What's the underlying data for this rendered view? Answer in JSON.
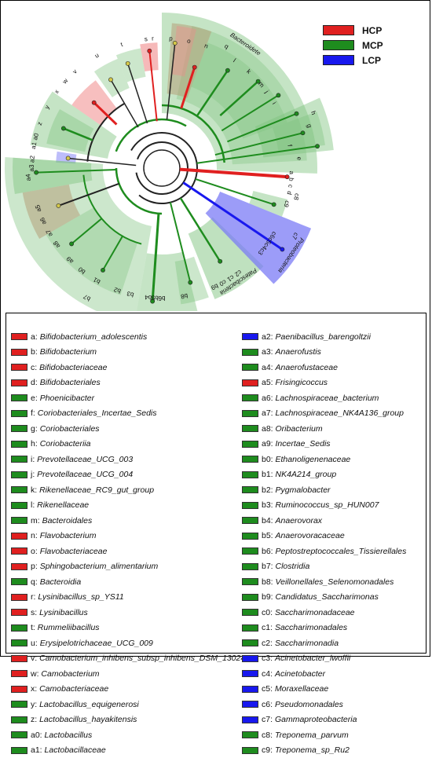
{
  "legend": [
    {
      "label": "HCP",
      "color": "#e02020"
    },
    {
      "label": "MCP",
      "color": "#1e8c1e"
    },
    {
      "label": "LCP",
      "color": "#1818ee"
    }
  ],
  "colors": {
    "hcp": "#e02020",
    "mcp": "#1e8c1e",
    "lcp": "#1818ee",
    "hcp_sector": "#f08a8a",
    "mcp_sector": "#7fc47f",
    "lcp_sector": "#7b7bf5",
    "mixed_sector": "#b5a07a"
  },
  "clade_labels": {
    "q": "Bacteroidete",
    "c7": "Proteobacteria",
    "b9": "Patescibacteria"
  },
  "node_labels": [
    "a",
    "b",
    "c",
    "d",
    "e",
    "f",
    "g",
    "h",
    "i",
    "j",
    "k",
    "l",
    "m",
    "n",
    "o",
    "p",
    "q",
    "r",
    "s",
    "t",
    "u",
    "v",
    "w",
    "x",
    "y",
    "z",
    "a0",
    "a1",
    "a2",
    "a3",
    "a4",
    "a5",
    "a6",
    "a7",
    "a8",
    "a9",
    "b0",
    "b1",
    "b2",
    "b3",
    "b4",
    "b5",
    "b6",
    "b7",
    "b8",
    "b9",
    "c0",
    "c1",
    "c2",
    "c3",
    "c4",
    "c5",
    "c6",
    "c7",
    "c8",
    "c9"
  ],
  "key_left": [
    {
      "code": "a:",
      "name": "Bifidobacterium_adolescentis",
      "group": "HCP"
    },
    {
      "code": "b:",
      "name": "Bifidobacterium",
      "group": "HCP"
    },
    {
      "code": "c:",
      "name": "Bifidobacteriaceae",
      "group": "HCP"
    },
    {
      "code": "d:",
      "name": "Bifidobacteriales",
      "group": "HCP"
    },
    {
      "code": "e:",
      "name": "Phoenicibacter",
      "group": "MCP"
    },
    {
      "code": "f:",
      "name": "Coriobacteriales_Incertae_Sedis",
      "group": "MCP"
    },
    {
      "code": "g:",
      "name": "Coriobacteriales",
      "group": "MCP"
    },
    {
      "code": "h:",
      "name": "Coriobacteriia",
      "group": "MCP"
    },
    {
      "code": "i:",
      "name": "Prevotellaceae_UCG_003",
      "group": "MCP"
    },
    {
      "code": "j:",
      "name": "Prevotellaceae_UCG_004",
      "group": "MCP"
    },
    {
      "code": "k:",
      "name": "Rikenellaceae_RC9_gut_group",
      "group": "MCP"
    },
    {
      "code": "l:",
      "name": "Rikenellaceae",
      "group": "MCP"
    },
    {
      "code": "m:",
      "name": "Bacteroidales",
      "group": "MCP"
    },
    {
      "code": "n:",
      "name": "Flavobacterium",
      "group": "HCP"
    },
    {
      "code": "o:",
      "name": "Flavobacteriaceae",
      "group": "HCP"
    },
    {
      "code": "p:",
      "name": "Sphingobacterium_alimentarium",
      "group": "HCP"
    },
    {
      "code": "q:",
      "name": "Bacteroidia",
      "group": "MCP"
    },
    {
      "code": "r:",
      "name": "Lysinibacillus_sp_YS11",
      "group": "HCP"
    },
    {
      "code": "s:",
      "name": "Lysinibacillus",
      "group": "HCP"
    },
    {
      "code": "t:",
      "name": "Rummeliibacillus",
      "group": "MCP"
    },
    {
      "code": "u:",
      "name": "Erysipelotrichaceae_UCG_009",
      "group": "MCP"
    },
    {
      "code": "v:",
      "name": "Camobacterium_inhibens_subsp_inhibens_DSM_13024",
      "group": "HCP"
    },
    {
      "code": "w:",
      "name": "Camobacterium",
      "group": "HCP"
    },
    {
      "code": "x:",
      "name": "Camobacteriaceae",
      "group": "HCP"
    },
    {
      "code": "y:",
      "name": "Lactobacillus_equigenerosi",
      "group": "MCP"
    },
    {
      "code": "z:",
      "name": "Lactobacillus_hayakitensis",
      "group": "MCP"
    },
    {
      "code": "a0:",
      "name": "Lactobacillus",
      "group": "MCP"
    },
    {
      "code": "a1:",
      "name": "Lactobacillaceae",
      "group": "MCP"
    }
  ],
  "key_right": [
    {
      "code": "a2:",
      "name": "Paenibacillus_barengoltzii",
      "group": "LCP"
    },
    {
      "code": "a3:",
      "name": "Anaerofustis",
      "group": "MCP"
    },
    {
      "code": "a4:",
      "name": "Anaerofustaceae",
      "group": "MCP"
    },
    {
      "code": "a5:",
      "name": "Frisingicoccus",
      "group": "HCP"
    },
    {
      "code": "a6:",
      "name": "Lachnospiraceae_bacterium",
      "group": "MCP"
    },
    {
      "code": "a7:",
      "name": "Lachnospiraceae_NK4A136_group",
      "group": "MCP"
    },
    {
      "code": "a8:",
      "name": "Oribacterium",
      "group": "MCP"
    },
    {
      "code": "a9:",
      "name": "Incertae_Sedis",
      "group": "MCP"
    },
    {
      "code": "b0:",
      "name": "Ethanoligenenaceae",
      "group": "MCP"
    },
    {
      "code": "b1:",
      "name": "NK4A214_group",
      "group": "MCP"
    },
    {
      "code": "b2:",
      "name": "Pygmalobacter",
      "group": "MCP"
    },
    {
      "code": "b3:",
      "name": "Ruminococcus_sp_HUN007",
      "group": "MCP"
    },
    {
      "code": "b4:",
      "name": "Anaerovorax",
      "group": "MCP"
    },
    {
      "code": "b5:",
      "name": "Anaerovoracaceae",
      "group": "MCP"
    },
    {
      "code": "b6:",
      "name": "Peptostreptococcales_Tissierellales",
      "group": "MCP"
    },
    {
      "code": "b7:",
      "name": "Clostridia",
      "group": "MCP"
    },
    {
      "code": "b8:",
      "name": "Veillonellales_Selenomonadales",
      "group": "MCP"
    },
    {
      "code": "b9:",
      "name": "Candidatus_Saccharimonas",
      "group": "MCP"
    },
    {
      "code": "c0:",
      "name": "Saccharimonadaceae",
      "group": "MCP"
    },
    {
      "code": "c1:",
      "name": "Saccharimonadales",
      "group": "MCP"
    },
    {
      "code": "c2:",
      "name": "Saccharimonadia",
      "group": "MCP"
    },
    {
      "code": "c3:",
      "name": "Acinetobacter_lwoffii",
      "group": "LCP"
    },
    {
      "code": "c4:",
      "name": "Acinetobacter",
      "group": "LCP"
    },
    {
      "code": "c5:",
      "name": "Moraxellaceae",
      "group": "LCP"
    },
    {
      "code": "c6:",
      "name": "Pseudomonadales",
      "group": "LCP"
    },
    {
      "code": "c7:",
      "name": "Gammaproteobacteria",
      "group": "LCP"
    },
    {
      "code": "c8:",
      "name": "Treponema_parvum",
      "group": "MCP"
    },
    {
      "code": "c9:",
      "name": "Treponema_sp_Ru2",
      "group": "MCP"
    }
  ]
}
